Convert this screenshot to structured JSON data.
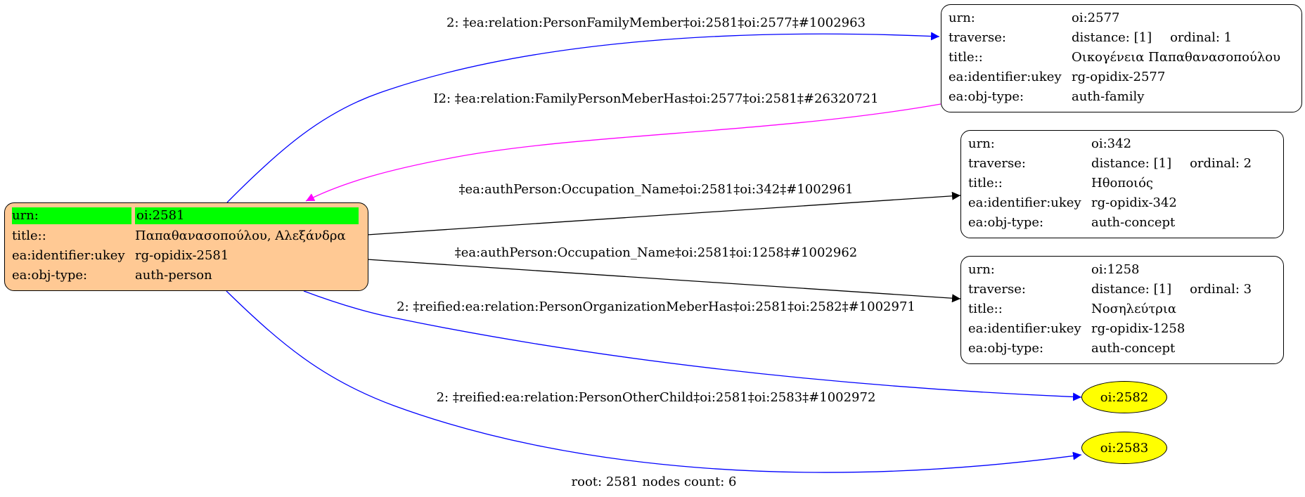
{
  "root": {
    "rows": [
      {
        "key": "urn:",
        "value": "oi:2581"
      },
      {
        "key": "title::",
        "value": "Παπαθανασοπούλου, Αλεξάνδρα"
      },
      {
        "key": "ea:identifier:ukey",
        "value": "rg-opidix-2581"
      },
      {
        "key": "ea:obj-type:",
        "value": "auth-person"
      }
    ]
  },
  "nodes": [
    {
      "urn": "oi:2577",
      "distance": "distance: [1]",
      "ordinal": "ordinal: 1",
      "title": "Οικογένεια Παπαθανασοπούλου",
      "ukey": "rg-opidix-2577",
      "type": "auth-family"
    },
    {
      "urn": "oi:342",
      "distance": "distance: [1]",
      "ordinal": "ordinal: 2",
      "title": "Ηθοποιός",
      "ukey": "rg-opidix-342",
      "type": "auth-concept"
    },
    {
      "urn": "oi:1258",
      "distance": "distance: [1]",
      "ordinal": "ordinal: 3",
      "title": "Νοσηλεύτρια",
      "ukey": "rg-opidix-1258",
      "type": "auth-concept"
    }
  ],
  "row_keys": {
    "urn": "urn:",
    "traverse": "traverse:",
    "title": "title::",
    "ukey": "ea:identifier:ukey",
    "type": "ea:obj-type:"
  },
  "ellipses": [
    "oi:2582",
    "oi:2583"
  ],
  "edges": [
    {
      "label": "2: ‡ea:relation:PersonFamilyMember‡oi:2581‡oi:2577‡#1002963",
      "color": "#0000ff"
    },
    {
      "label": "I2: ‡ea:relation:FamilyPersonMeberHas‡oi:2577‡oi:2581‡#26320721",
      "color": "#ff00ff"
    },
    {
      "label": "‡ea:authPerson:Occupation_Name‡oi:2581‡oi:342‡#1002961",
      "color": "#000000"
    },
    {
      "label": "‡ea:authPerson:Occupation_Name‡oi:2581‡oi:1258‡#1002962",
      "color": "#000000"
    },
    {
      "label": "2: ‡reified:ea:relation:PersonOrganizationMeberHas‡oi:2581‡oi:2582‡#1002971",
      "color": "#0000ff"
    },
    {
      "label": "2: ‡reified:ea:relation:PersonOtherChild‡oi:2581‡oi:2583‡#1002972",
      "color": "#0000ff"
    }
  ],
  "footer": "root: 2581 nodes count: 6"
}
